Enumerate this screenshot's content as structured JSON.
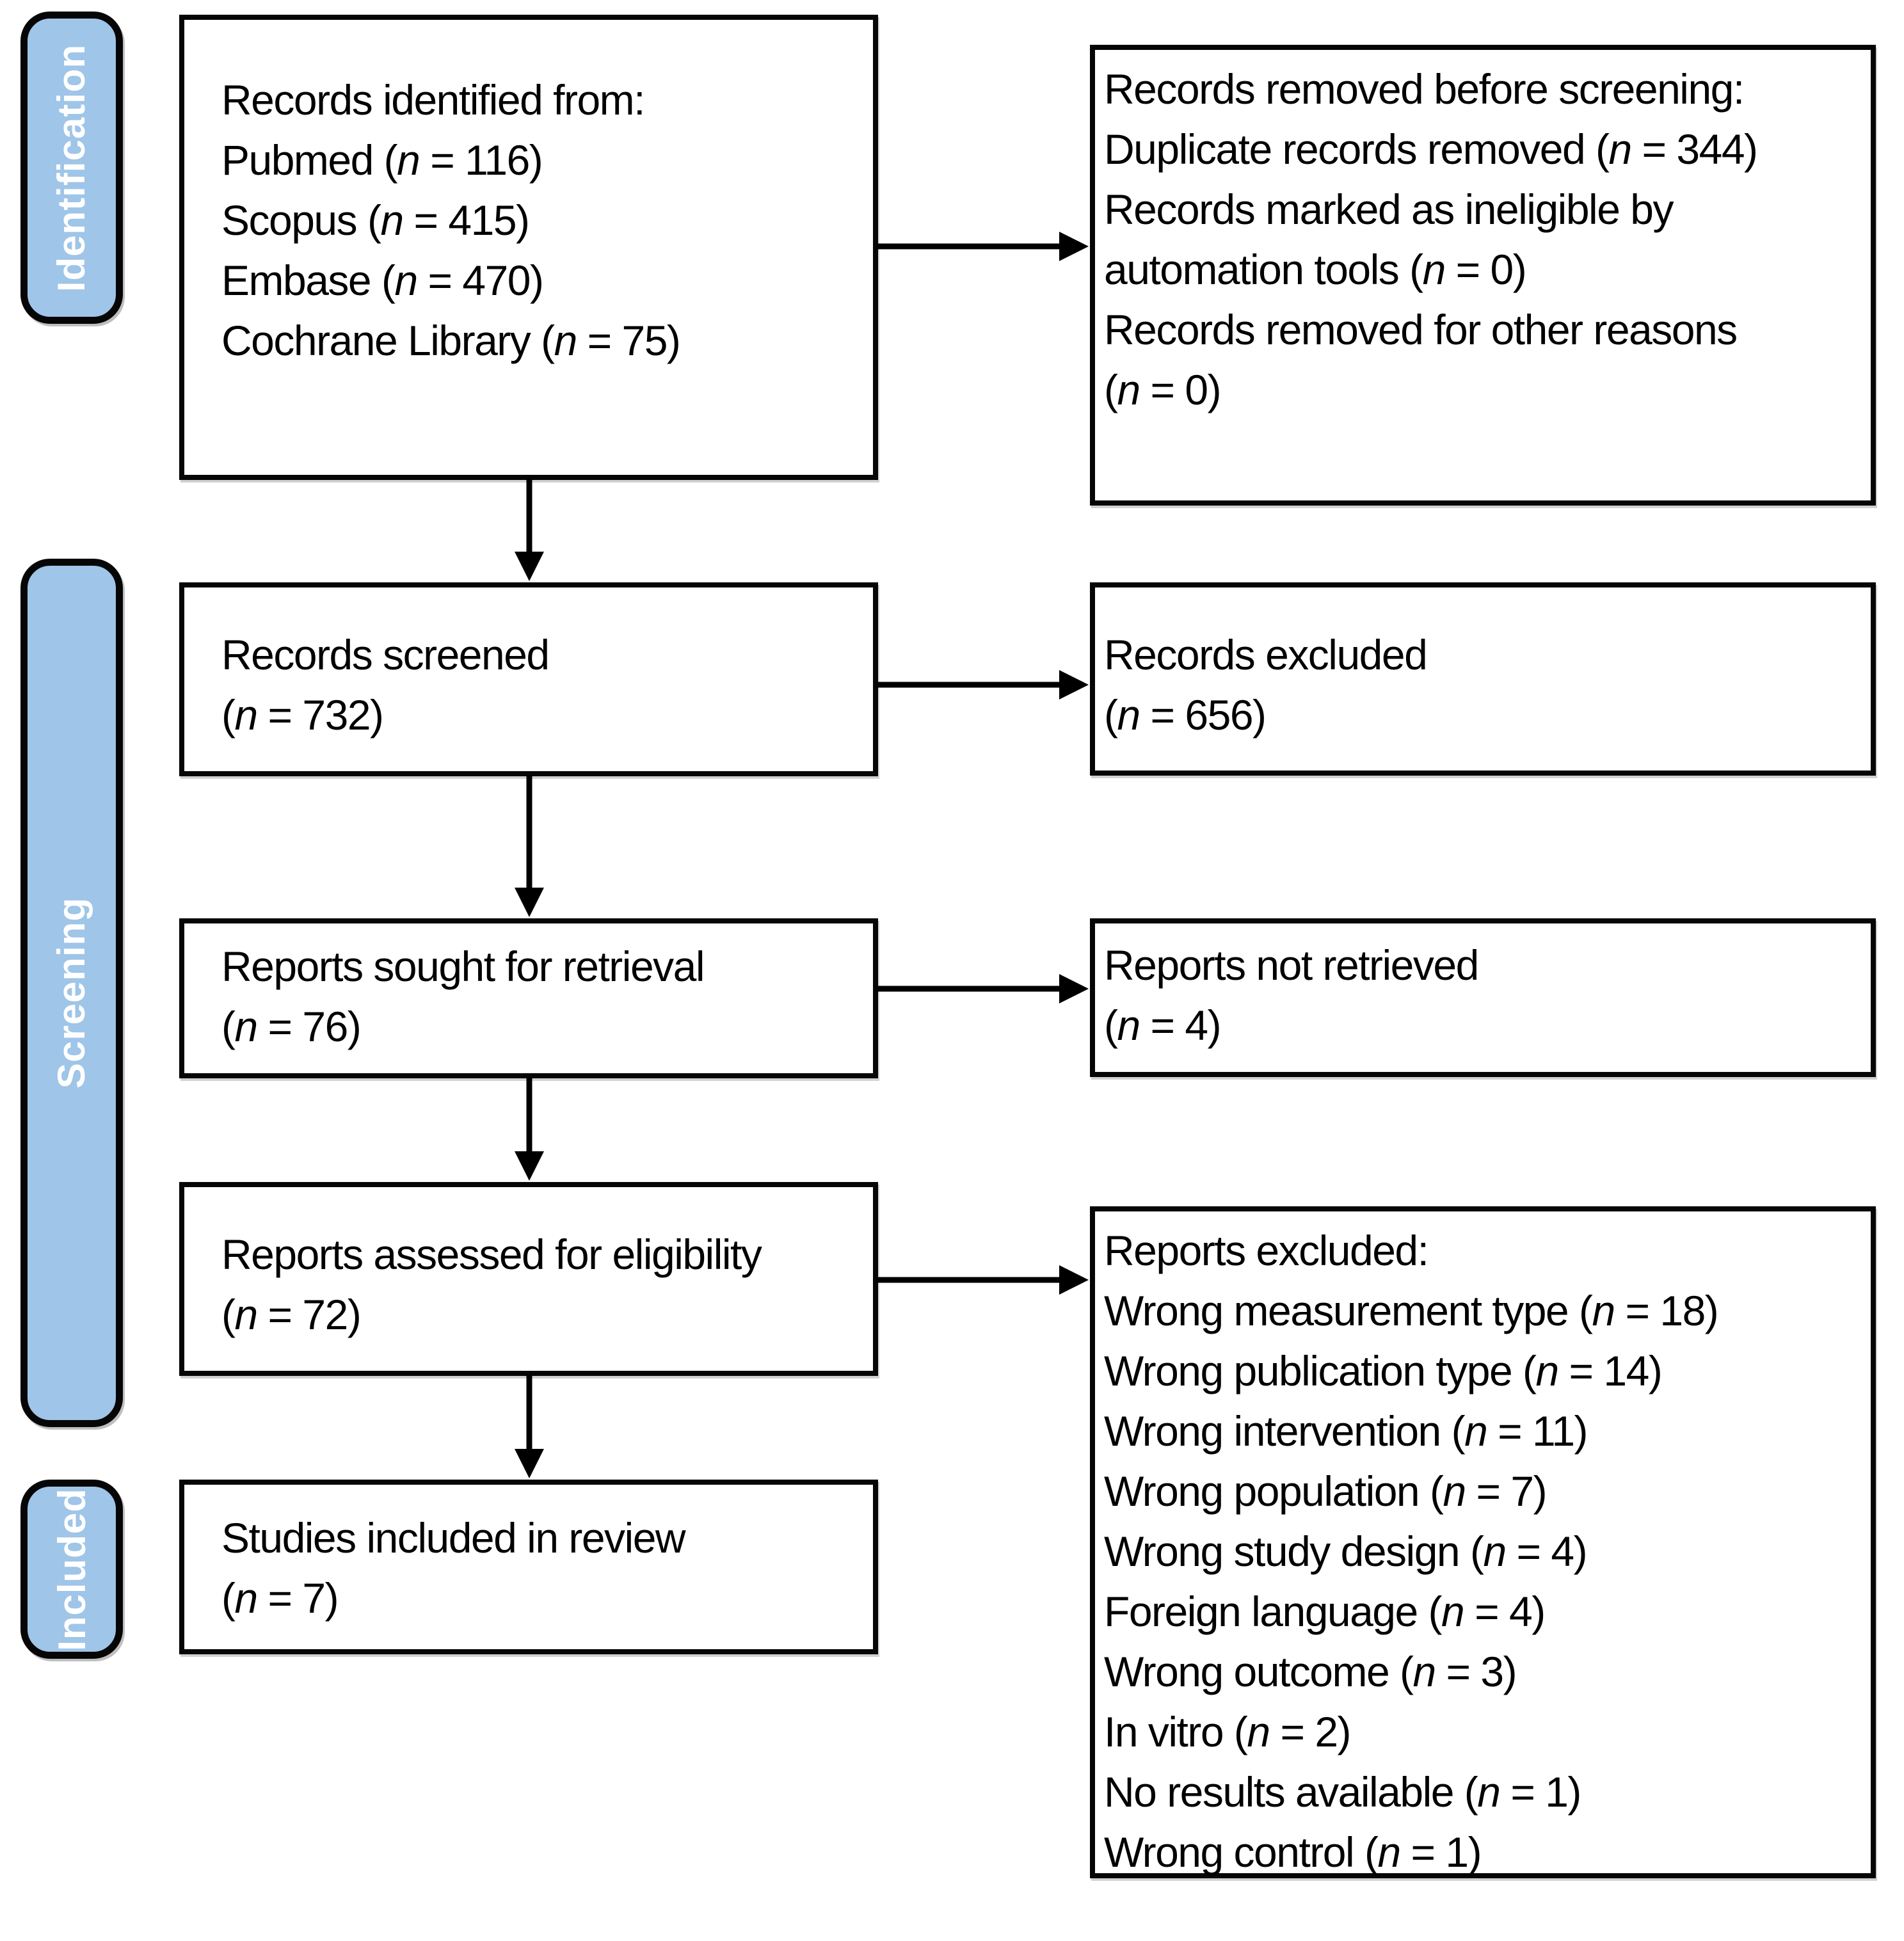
{
  "diagram": {
    "type": "prisma-flow",
    "colors": {
      "stage_fill": "#9FC5E8",
      "stage_text": "#FFFFFF",
      "box_border": "#060606",
      "arrow": "#000000",
      "text": "#000000"
    },
    "stages": [
      {
        "label": "Identification"
      },
      {
        "label": "Screening"
      },
      {
        "label": "Included"
      }
    ],
    "boxes": {
      "identified": {
        "lines": [
          "Records identified from:",
          "Pubmed (n = 116)",
          "Scopus (n = 415)",
          "Embase (n = 470)",
          "Cochrane Library (n = 75)"
        ]
      },
      "removed": {
        "lines": [
          "Records removed before screening:",
          "Duplicate records removed (n = 344)",
          "Records marked as ineligible by",
          "automation tools (n = 0)",
          "Records removed for other reasons",
          "(n = 0)"
        ]
      },
      "screened": {
        "lines": [
          "Records screened",
          "(n = 732)"
        ]
      },
      "records_excluded": {
        "lines": [
          "Records excluded",
          "(n = 656)"
        ]
      },
      "sought": {
        "lines": [
          "Reports sought for retrieval",
          "(n = 76)"
        ]
      },
      "not_retrieved": {
        "lines": [
          "Reports not retrieved",
          "(n = 4)"
        ]
      },
      "assessed": {
        "lines": [
          "Reports assessed for eligibility",
          "(n = 72)"
        ]
      },
      "reports_excluded": {
        "lines": [
          "Reports excluded:",
          "Wrong measurement type (n = 18)",
          "Wrong publication type (n = 14)",
          "Wrong intervention (n = 11)",
          "Wrong population (n = 7)",
          "Wrong study design (n = 4)",
          "Foreign language (n = 4)",
          "Wrong outcome (n = 3)",
          "In vitro (n = 2)",
          "No results available (n = 1)",
          "Wrong control (n = 1)"
        ]
      },
      "included_studies": {
        "lines": [
          "Studies included in review",
          "(n = 7)"
        ]
      }
    }
  }
}
